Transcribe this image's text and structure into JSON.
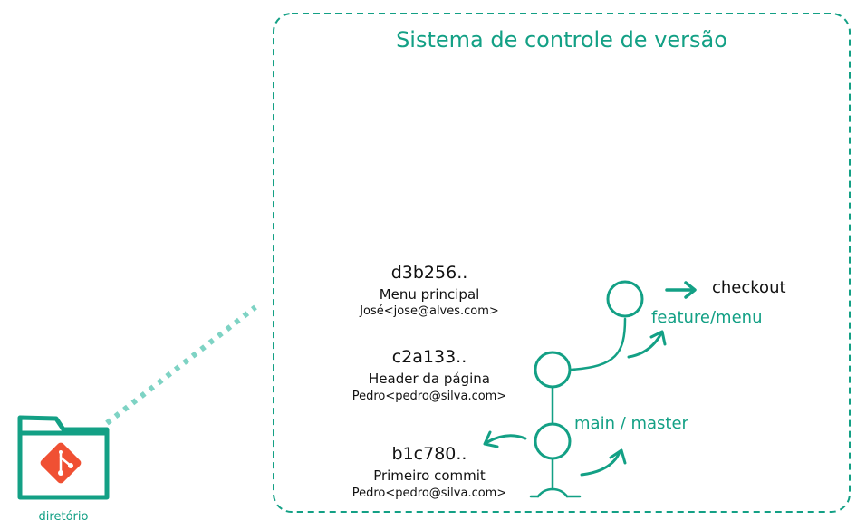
{
  "title": "Sistema de controle de versão",
  "folder": {
    "label": "diretório",
    "icon": "git-folder-icon"
  },
  "commits": [
    {
      "hash": "d3b256..",
      "message": "Menu principal",
      "author": "José<jose@alves.com>"
    },
    {
      "hash": "c2a133..",
      "message": "Header da página",
      "author": "Pedro<pedro@silva.com>"
    },
    {
      "hash": "b1c780..",
      "message": "Primeiro commit",
      "author": "Pedro<pedro@silva.com>"
    }
  ],
  "branches": {
    "feature": "feature/menu",
    "main": "main / master"
  },
  "action": "checkout",
  "colors": {
    "accent": "#13a085",
    "git": "#f05033",
    "text": "#111111"
  }
}
